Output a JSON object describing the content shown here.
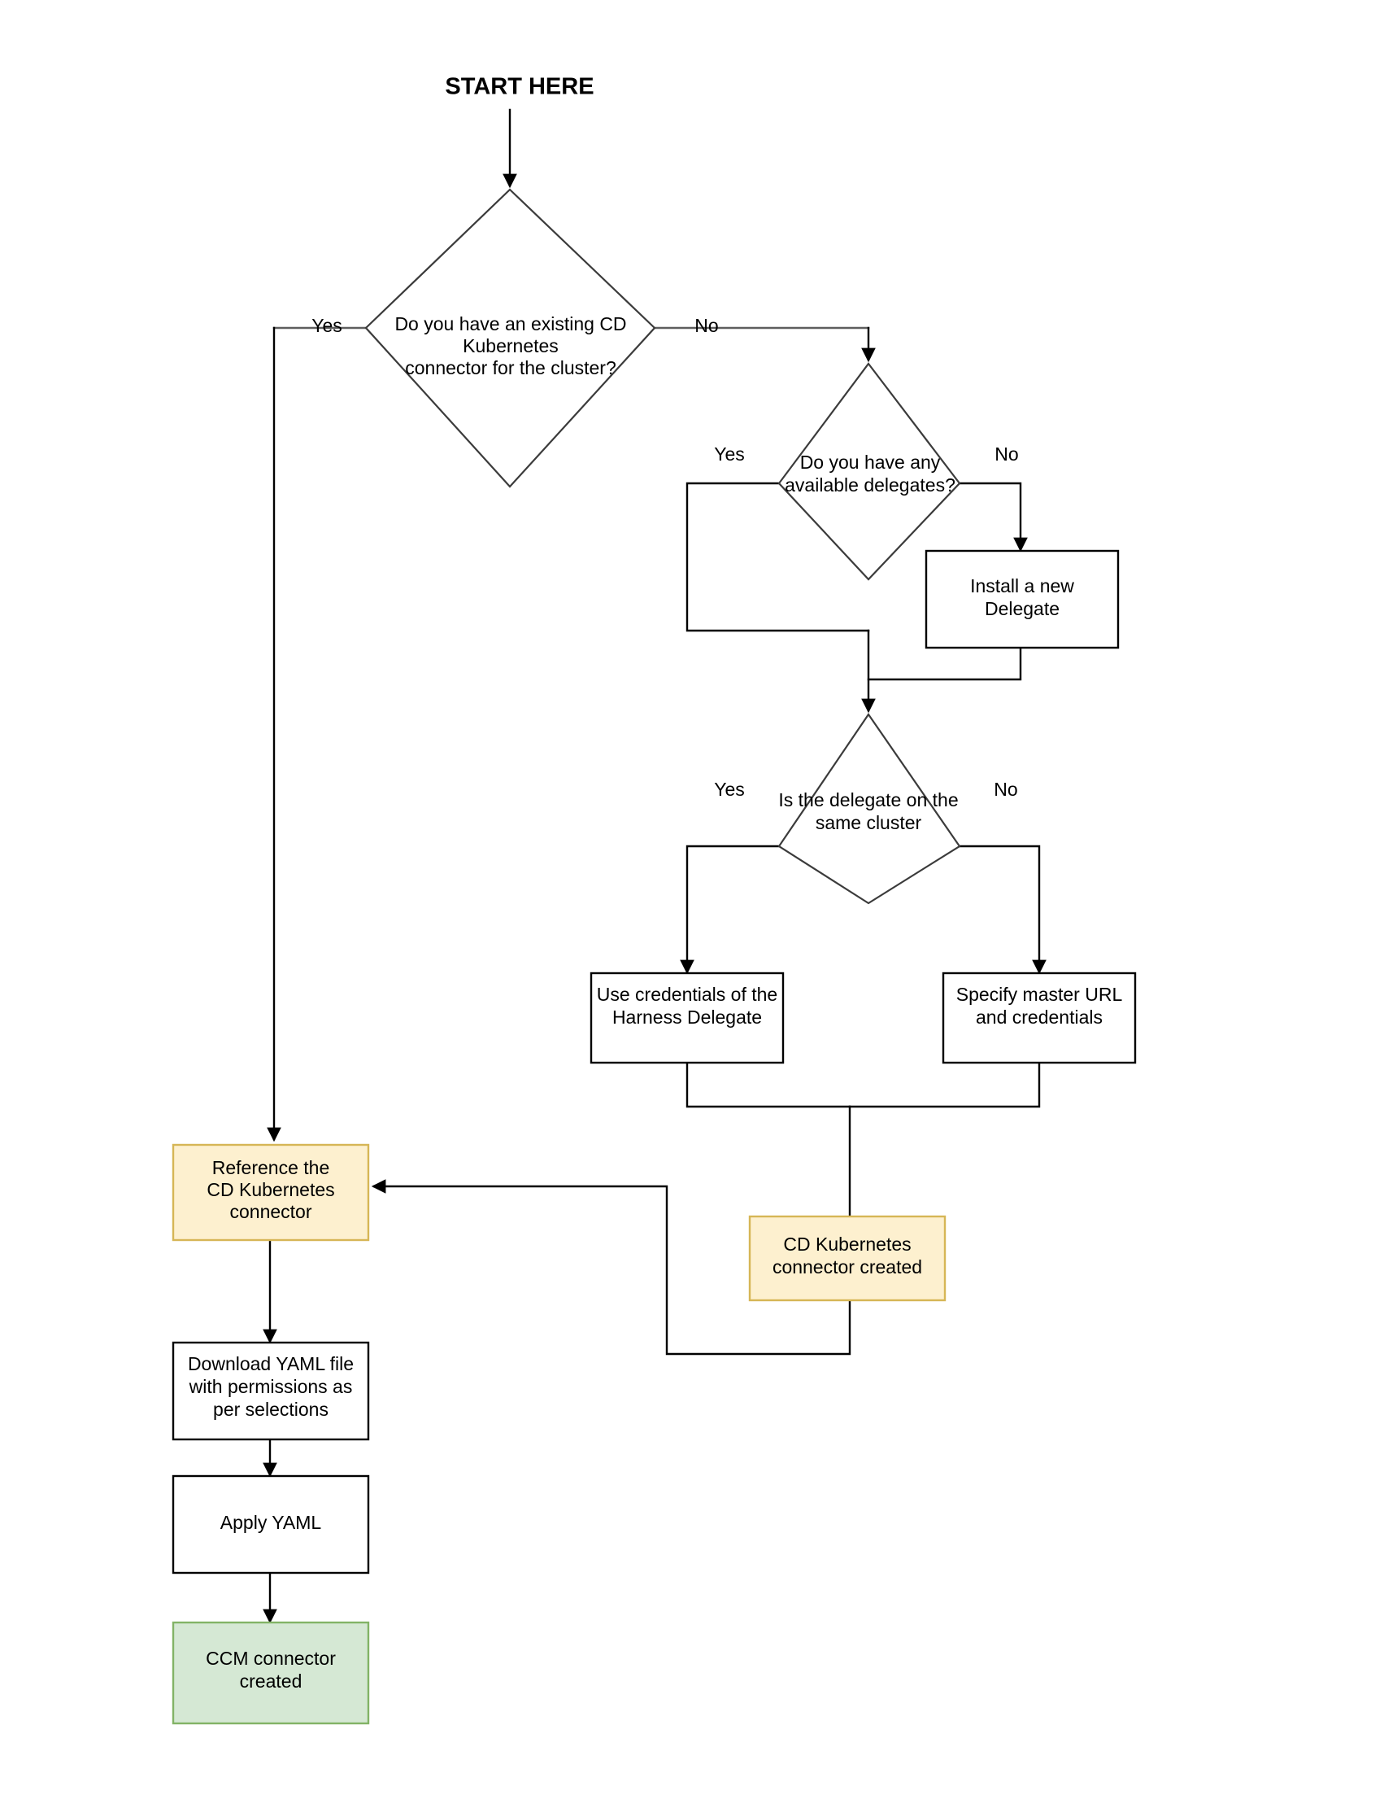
{
  "diagram": {
    "title": "START HERE",
    "type": "flowchart",
    "colors": {
      "yellow_fill": "#fdf0cf",
      "yellow_stroke": "#d6b656",
      "green_fill": "#d5e8d4",
      "green_stroke": "#82b366",
      "line": "#000000",
      "diamond_stroke": "#3b3b3b",
      "text": "#000000"
    },
    "nodes": [
      {
        "id": "start",
        "kind": "label",
        "text": "START HERE"
      },
      {
        "id": "d1",
        "kind": "decision",
        "lines": [
          "Do you have an existing CD",
          "Kubernetes",
          "connector for the cluster?"
        ]
      },
      {
        "id": "d2",
        "kind": "decision",
        "lines": [
          "Do you have any",
          "available delegates?"
        ]
      },
      {
        "id": "p_install",
        "kind": "process",
        "lines": [
          "Install a new",
          "Delegate"
        ]
      },
      {
        "id": "d3",
        "kind": "decision",
        "lines": [
          "Is the delegate on the",
          "same cluster"
        ]
      },
      {
        "id": "p_use_creds",
        "kind": "process",
        "lines": [
          "Use credentials of the",
          "Harness Delegate"
        ]
      },
      {
        "id": "p_master_url",
        "kind": "process",
        "lines": [
          "Specify master URL",
          "and credentials"
        ]
      },
      {
        "id": "p_reference",
        "kind": "process-yellow",
        "lines": [
          "Reference the",
          "CD Kubernetes",
          "connector"
        ]
      },
      {
        "id": "p_cd_created",
        "kind": "process-yellow",
        "lines": [
          "CD Kubernetes",
          "connector created"
        ]
      },
      {
        "id": "p_download",
        "kind": "process",
        "lines": [
          "Download YAML file",
          "with permissions as",
          "per selections"
        ]
      },
      {
        "id": "p_apply",
        "kind": "process",
        "lines": [
          "Apply YAML"
        ]
      },
      {
        "id": "p_ccm_created",
        "kind": "process-green",
        "lines": [
          "CCM connector",
          "created"
        ]
      }
    ],
    "edge_labels": {
      "d1_yes": "Yes",
      "d1_no": "No",
      "d2_yes": "Yes",
      "d2_no": "No",
      "d3_yes": "Yes",
      "d3_no": "No"
    }
  }
}
